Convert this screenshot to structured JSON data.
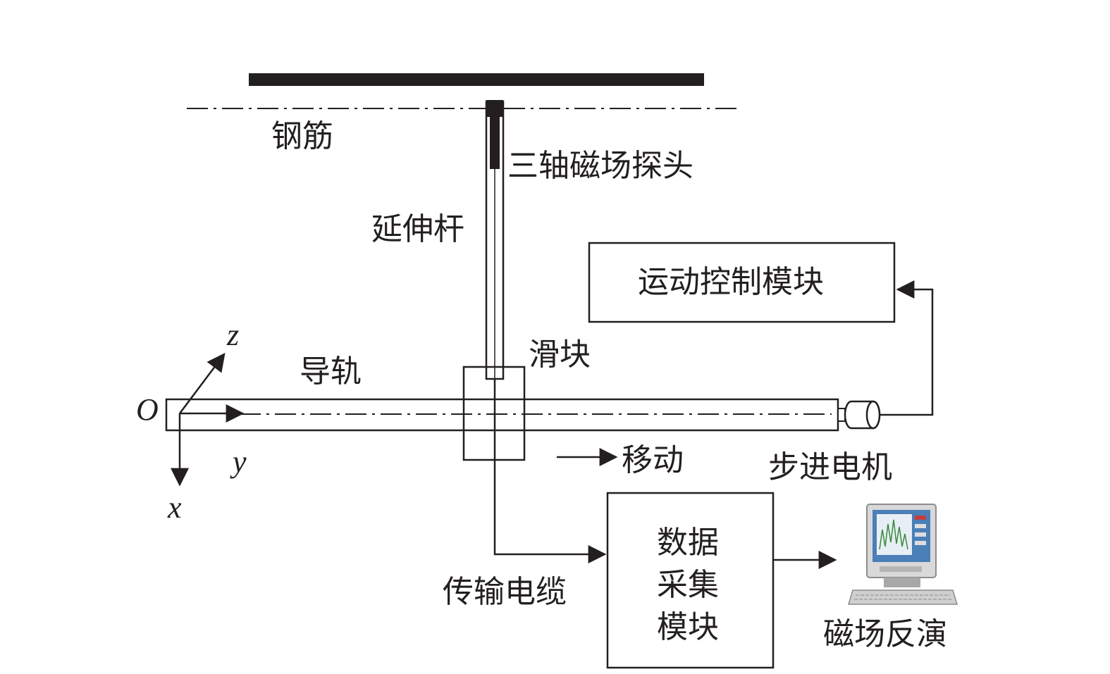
{
  "labels": {
    "rebar": "钢筋",
    "probe": "三轴磁场探头",
    "extension_rod": "延伸杆",
    "slider": "滑块",
    "guide_rail": "导轨",
    "motion_module": "运动控制模块",
    "move": "移动",
    "stepper_motor": "步进电机",
    "cable": "传输电缆",
    "daq_line1": "数据",
    "daq_line2": "采集",
    "daq_line3": "模块",
    "inversion": "磁场反演"
  },
  "axes": {
    "origin": "O",
    "x": "x",
    "y": "y",
    "z": "z"
  },
  "icons": {
    "computer": "computer-icon"
  },
  "colors": {
    "ink": "#231f20",
    "screen": "#4a7fb8",
    "monitor_body": "#d9d9d9"
  }
}
